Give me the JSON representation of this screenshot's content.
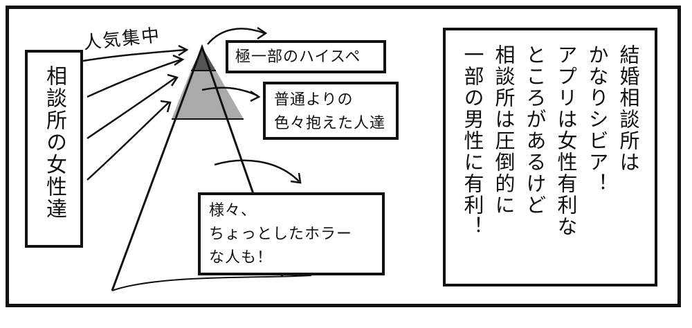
{
  "left_label": "相談所の女性達",
  "handwritten_note": "人気集中",
  "pyramid_labels": {
    "top": "極一部のハイスペ",
    "middle": "普通よりの\n色々抱えた人達",
    "bottom": "様々、\nちょっとしたホラー\nな人も！"
  },
  "right_text": "結婚相談所は\nかなりシビア！\nアプリは女性有利な\nところがあるけど\n相談所は圧倒的に\n一部の男性に有利！"
}
